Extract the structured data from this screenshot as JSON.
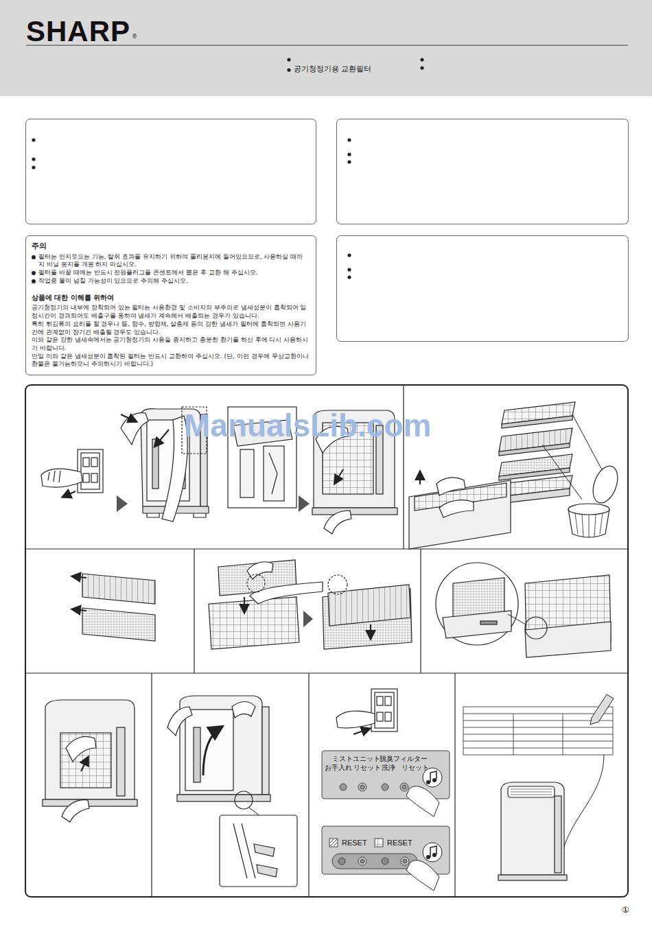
{
  "diagram": {
    "nodes": [
      {
        "text": [
          "주의",
          "필터는 먼지모으는 기능, 탈취 효과를 유지하기 위하여 폴리봉지에 들어있으므로, 사용하실 때까지 비닐 봉지를 개봉 하지 마십시오.",
          "필터를 바꿀 때에는 반드시 전원플러그를 콘센트에서 뽑은 후 교환 해 주십시오.",
          "작업중 물이 넘칠 가능성이 있으므로 주의해 주십시오.",
          "상품에 대한 이해를 위하여",
          "공기청정기의 내부에 장착되어 있는 필터는 사용환경 및 소비자의 부주의로 냄새성분이 흡착되어 일정시간이 경과되어도 배출구를 통하여 냄새가 계속해서 배출되는 경우가 있습니다.",
          "특히 튀김류의 요리를 할 경우나 뜸, 향수, 방향제, 살충제 등의 강한 냄새가 필터에 흡착되면 사용기간에 관계없이 장기간 배출될 경우도 있습니다.",
          "이와 같은 강한 냄새속에서는 공기청정기의 사용을 중지하고 충분한 환기를 하신 후에 다시 사용하시기 바랍니다.",
          "만일 이와 같은 냄새성분이 흡착된 필터는 반드시 교환하여 주십시오. (단, 이런 경우에 무상교환이나 환불은 불가능하오니 주의하시기 바랍니다.)"
        ]
      }
    ],
    "labels": [
      "SHARP",
      "®",
      "공기청정기용 교환필터",
      "ManualsLib.com",
      "ミストユニット",
      "お手入れ",
      "リセット",
      "脱臭フィルター",
      "洗浄",
      "リセット",
      "RESET",
      "RESET",
      "①"
    ]
  }
}
